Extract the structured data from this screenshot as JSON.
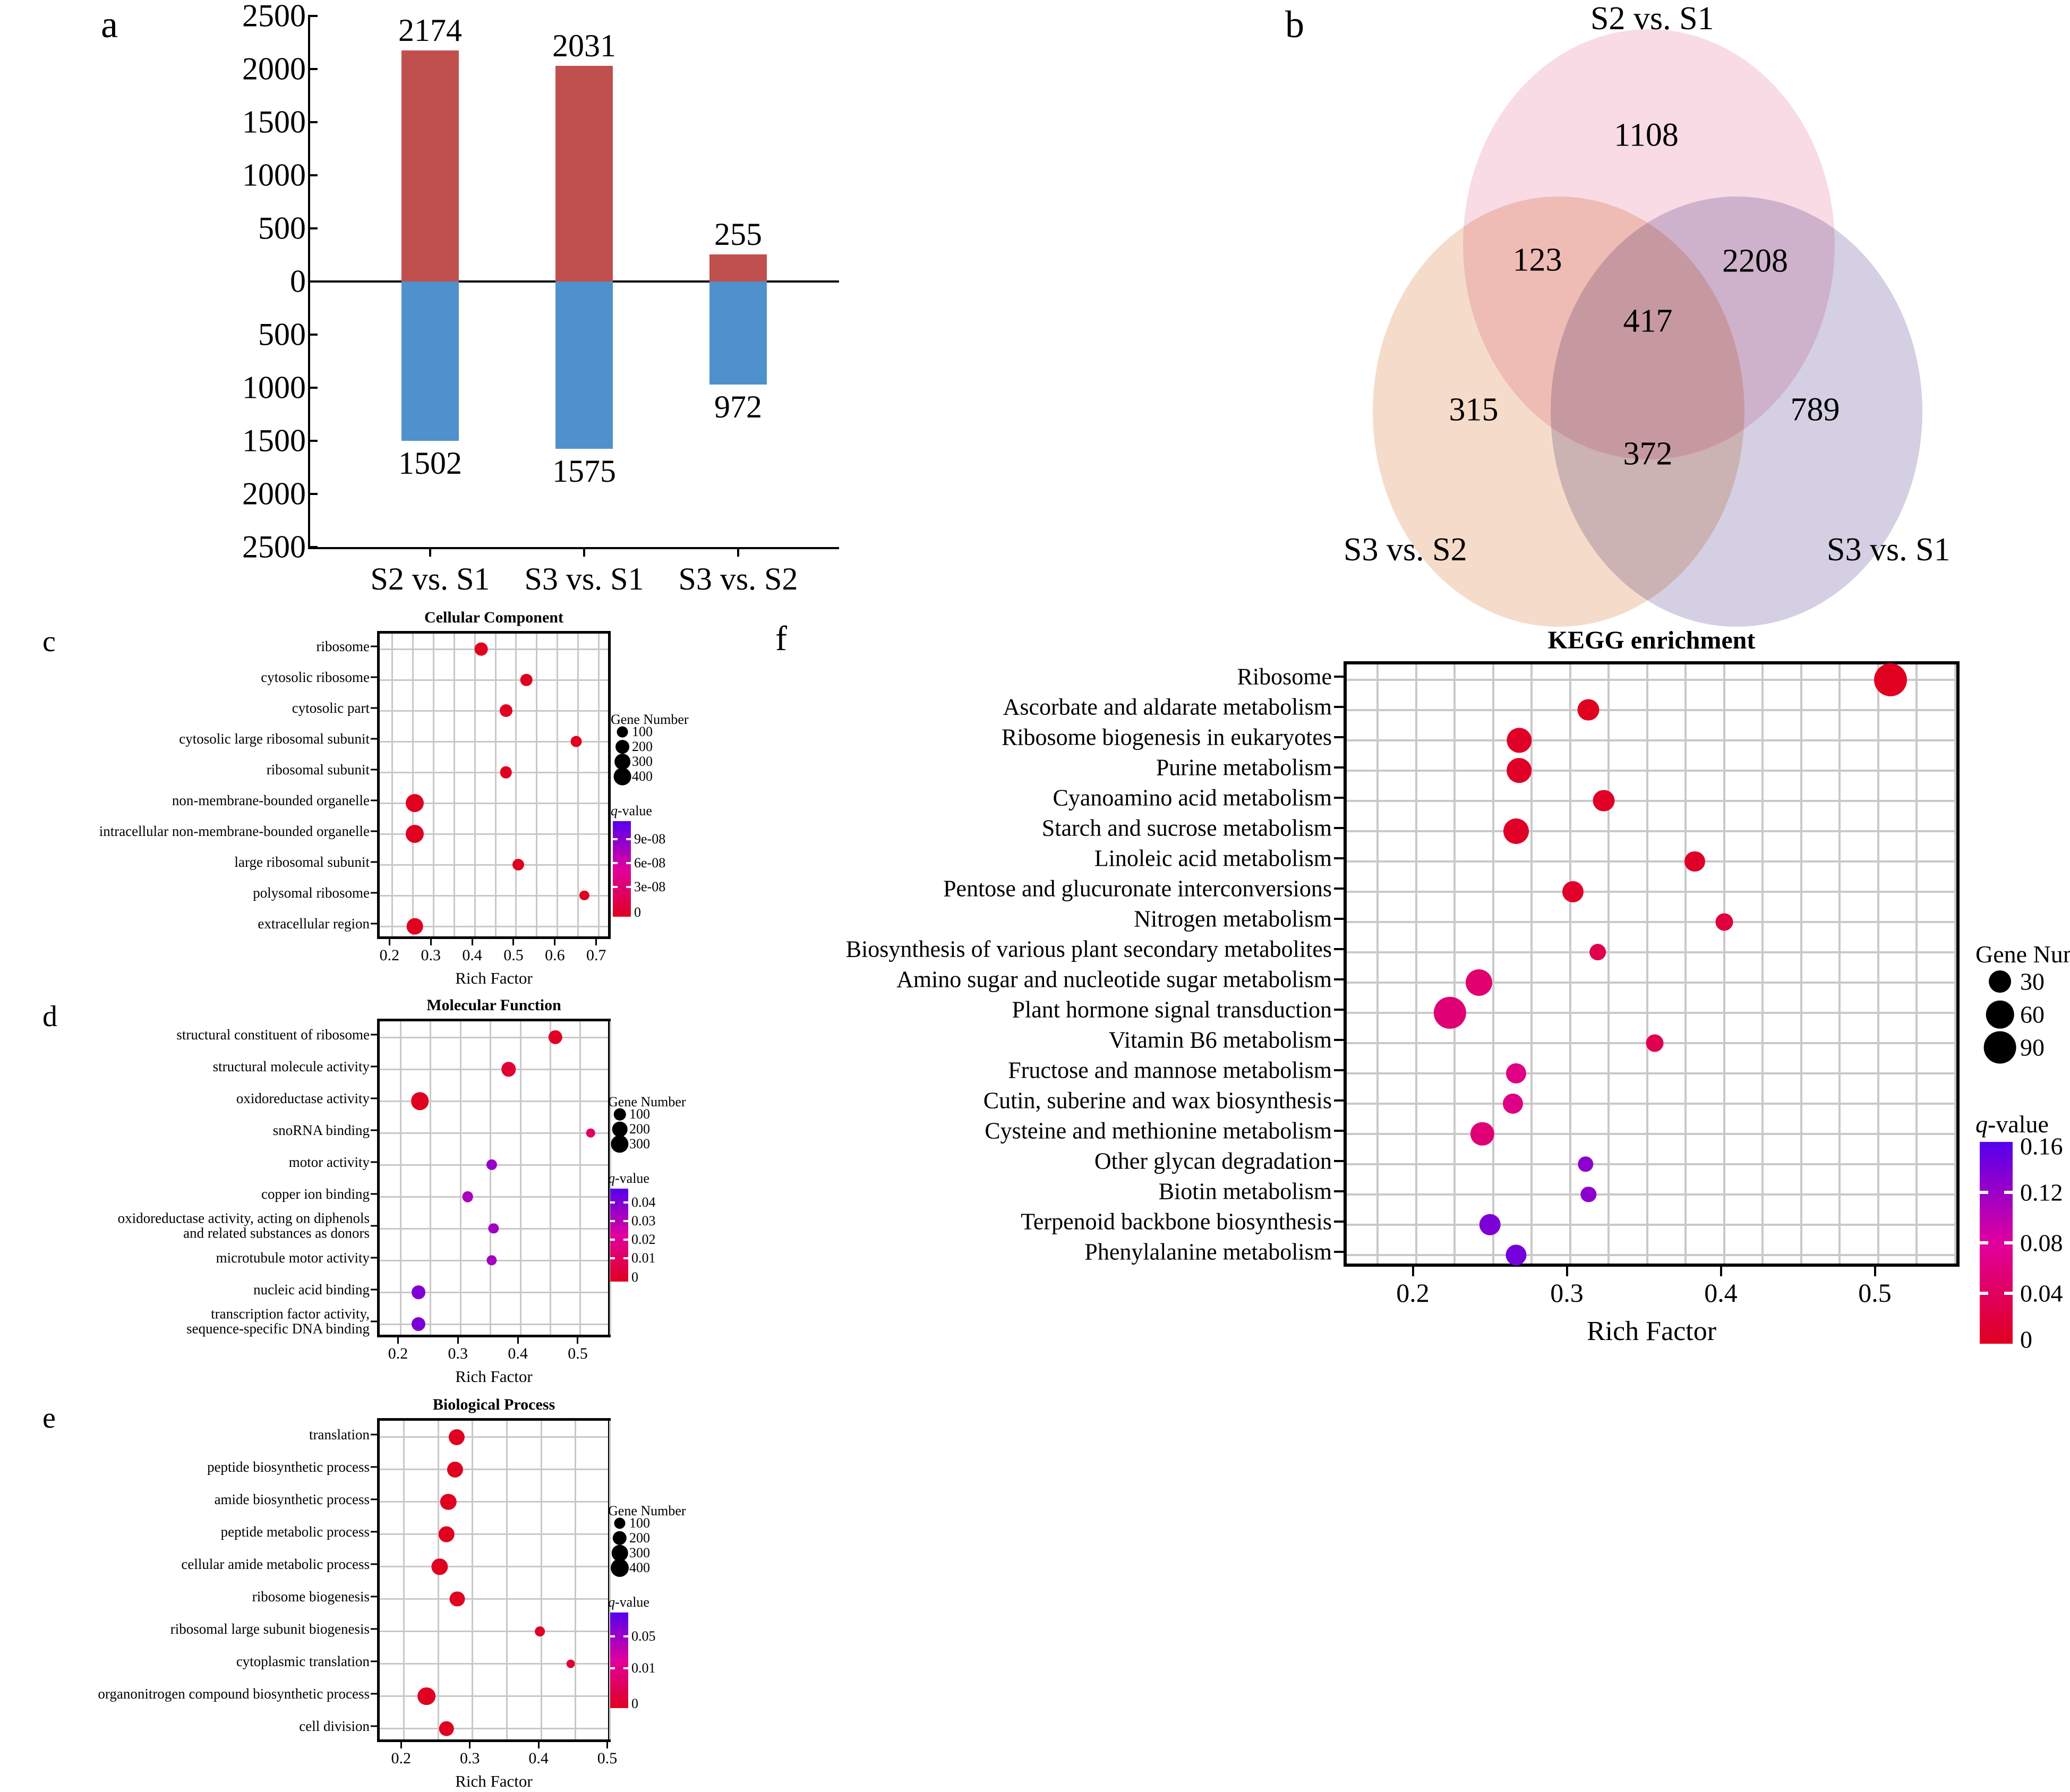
{
  "panels": {
    "a": "a",
    "b": "b",
    "c": "c",
    "d": "d",
    "e": "e",
    "f": "f"
  },
  "colors": {
    "up_bar": "#c0504d",
    "down_bar": "#4f91cd",
    "venn_pink": "#f6cdda",
    "venn_orange": "#f2cdb4",
    "venn_purple": "#c3bcd8",
    "dot_red": "#cc0a0a",
    "scale_low": "#e00020",
    "scale_high": "#5500ee"
  },
  "chart_data": [
    {
      "id": "panel-a",
      "type": "bar",
      "title": "",
      "xlabel": "",
      "ylabel": "",
      "categories": [
        "S2 vs. S1",
        "S3 vs. S1",
        "S3 vs. S2"
      ],
      "ylim": [
        -2500,
        2500
      ],
      "yticks": [
        "2500",
        "2000",
        "1500",
        "1000",
        "500",
        "0",
        "500",
        "1000",
        "1500",
        "2000",
        "2500"
      ],
      "ytick_values": [
        2500,
        2000,
        1500,
        1000,
        500,
        0,
        -500,
        -1000,
        -1500,
        -2000,
        -2500
      ],
      "series": [
        {
          "name": "up",
          "values": [
            2174,
            2031,
            255
          ],
          "labels": [
            "2174",
            "2031",
            "255"
          ]
        },
        {
          "name": "down",
          "values": [
            -1502,
            -1575,
            -972
          ],
          "labels": [
            "1502",
            "1575",
            "972"
          ]
        }
      ]
    },
    {
      "id": "panel-b",
      "type": "venn",
      "sets": [
        "S2 vs. S1",
        "S3 vs. S2",
        "S3 vs. S1"
      ],
      "regions": [
        {
          "key": "S2vsS1_only",
          "value": "1108"
        },
        {
          "key": "S2vsS1_S3vsS2",
          "value": "123"
        },
        {
          "key": "S2vsS1_S3vsS1",
          "value": "2208"
        },
        {
          "key": "all_three",
          "value": "417"
        },
        {
          "key": "S3vsS2_only",
          "value": "315"
        },
        {
          "key": "S3vsS2_S3vsS1",
          "value": "372"
        },
        {
          "key": "S3vsS1_only",
          "value": "789"
        }
      ]
    },
    {
      "id": "panel-c",
      "type": "scatter",
      "title": "Cellular Component",
      "xlabel": "Rich Factor",
      "xlim": [
        0.17,
        0.735
      ],
      "xticks": [
        "0.2",
        "0.3",
        "0.4",
        "0.5",
        "0.6",
        "0.7"
      ],
      "xtick_values": [
        0.2,
        0.3,
        0.4,
        0.5,
        0.6,
        0.7
      ],
      "categories": [
        "ribosome",
        "cytosolic ribosome",
        "cytosolic part",
        "cytosolic large ribosomal subunit",
        "ribosomal subunit",
        "non-membrane-bounded organelle",
        "intracellular non-membrane-bounded organelle",
        "large ribosomal subunit",
        "polysomal ribosome",
        "extracellular region"
      ],
      "rich_factor": [
        0.415,
        0.525,
        0.475,
        0.645,
        0.475,
        0.255,
        0.255,
        0.505,
        0.665,
        0.255
      ],
      "gene_number": [
        175,
        130,
        160,
        100,
        130,
        440,
        440,
        120,
        60,
        330
      ],
      "q_value": [
        0,
        0,
        0,
        0,
        0,
        0,
        0,
        0,
        0,
        0
      ],
      "legend": {
        "size_title": "Gene Number",
        "size_values": [
          "100",
          "200",
          "300",
          "400"
        ],
        "color_title": "q-value",
        "color_ticks": [
          "9e-08",
          "6e-08",
          "3e-08",
          "0"
        ]
      }
    },
    {
      "id": "panel-d",
      "type": "scatter",
      "title": "Molecular Function",
      "xlabel": "Rich Factor",
      "xlim": [
        0.165,
        0.555
      ],
      "xticks": [
        "0.2",
        "0.3",
        "0.4",
        "0.5"
      ],
      "xtick_values": [
        0.2,
        0.3,
        0.4,
        0.5
      ],
      "categories": [
        "structural constituent of ribosome",
        "structural molecule activity",
        "oxidoreductase activity",
        "snoRNA binding",
        "motor activity",
        "copper ion binding",
        "oxidoreductase activity, acting on diphenols and related substances as donors",
        "microtubule motor activity",
        "nucleic acid binding",
        "transcription factor activity, sequence-specific DNA binding"
      ],
      "categories_display": [
        [
          "structural constituent of ribosome"
        ],
        [
          "structural molecule activity"
        ],
        [
          "oxidoreductase activity"
        ],
        [
          "snoRNA binding"
        ],
        [
          "motor activity"
        ],
        [
          "copper ion binding"
        ],
        [
          "oxidoreductase activity, acting on diphenols",
          "and related substances as donors"
        ],
        [
          "microtubule motor activity"
        ],
        [
          "nucleic acid binding"
        ],
        [
          "transcription factor activity,",
          "sequence-specific DNA binding"
        ]
      ],
      "rich_factor": [
        0.458,
        0.38,
        0.232,
        0.517,
        0.352,
        0.312,
        0.355,
        0.352,
        0.23,
        0.23
      ],
      "gene_number": [
        160,
        180,
        310,
        35,
        70,
        75,
        60,
        60,
        150,
        155
      ],
      "q_value": [
        0.001,
        0.003,
        0,
        0.012,
        0.034,
        0.031,
        0.033,
        0.032,
        0.038,
        0.039
      ],
      "legend": {
        "size_title": "Gene Number",
        "size_values": [
          "100",
          "200",
          "300"
        ],
        "color_title": "q-value",
        "color_ticks": [
          "0.04",
          "0.03",
          "0.02",
          "0.01",
          "0"
        ]
      }
    },
    {
      "id": "panel-e",
      "type": "scatter",
      "title": "Biological Process",
      "xlabel": "Rich Factor",
      "xlim": [
        0.165,
        0.505
      ],
      "xticks": [
        "0.2",
        "0.3",
        "0.4",
        "0.5"
      ],
      "xtick_values": [
        0.2,
        0.3,
        0.4,
        0.5
      ],
      "categories": [
        "translation",
        "peptide biosynthetic process",
        "amide biosynthetic process",
        "peptide metabolic process",
        "cellular amide metabolic process",
        "ribosome biogenesis",
        "ribosomal large subunit biogenesis",
        "cytoplasmic translation",
        "organonitrogen compound biosynthetic process",
        "cell division"
      ],
      "rich_factor": [
        0.277,
        0.275,
        0.265,
        0.262,
        0.252,
        0.278,
        0.398,
        0.443,
        0.233,
        0.262
      ],
      "gene_number": [
        290,
        290,
        300,
        300,
        320,
        260,
        80,
        45,
        390,
        250
      ],
      "q_value": [
        0,
        0,
        0,
        0,
        0,
        0,
        0.002,
        0.007,
        0,
        0.001
      ],
      "legend": {
        "size_title": "Gene Number",
        "size_values": [
          "100",
          "200",
          "300",
          "400"
        ],
        "color_title": "q-value",
        "color_ticks": [
          "0.05",
          "0.01",
          "0"
        ]
      }
    },
    {
      "id": "panel-f",
      "type": "scatter",
      "title": "KEGG enrichment",
      "xlabel": "Rich Factor",
      "xlim": [
        0.155,
        0.555
      ],
      "xticks": [
        "0.2",
        "0.3",
        "0.4",
        "0.5"
      ],
      "xtick_values": [
        0.2,
        0.3,
        0.4,
        0.5
      ],
      "categories": [
        "Ribosome",
        "Ascorbate and aldarate metabolism",
        "Ribosome biogenesis in eukaryotes",
        "Purine metabolism",
        "Cyanoamino acid metabolism",
        "Starch and sucrose metabolism",
        "Linoleic acid metabolism",
        "Pentose and glucuronate interconversions",
        "Nitrogen metabolism",
        "Biosynthesis of various plant secondary metabolites",
        "Amino sugar and nucleotide sugar metabolism",
        "Plant hormone signal transduction",
        "Vitamin B6 metabolism",
        "Fructose and mannose metabolism",
        "Cutin, suberine and wax biosynthesis",
        "Cysteine and methionine metabolism",
        "Other glycan degradation",
        "Biotin metabolism",
        "Terpenoid backbone biosynthesis",
        "Phenylalanine metabolism"
      ],
      "rich_factor": [
        0.508,
        0.312,
        0.267,
        0.267,
        0.322,
        0.265,
        0.381,
        0.302,
        0.4,
        0.318,
        0.241,
        0.222,
        0.355,
        0.265,
        0.263,
        0.243,
        0.31,
        0.312,
        0.248,
        0.265
      ],
      "gene_number": [
        95,
        28,
        44,
        45,
        28,
        46,
        22,
        26,
        13,
        11,
        52,
        88,
        13,
        22,
        22,
        36,
        8,
        8,
        27,
        24
      ],
      "q_value": [
        0.0,
        0.0,
        0.005,
        0.005,
        0.004,
        0.004,
        0.005,
        0.006,
        0.02,
        0.03,
        0.055,
        0.06,
        0.035,
        0.07,
        0.07,
        0.06,
        0.14,
        0.14,
        0.15,
        0.155
      ],
      "legend": {
        "size_title": "Gene Number",
        "size_values": [
          "30",
          "60",
          "90"
        ],
        "color_title": "q-value",
        "color_ticks": [
          "0.16",
          "0.12",
          "0.08",
          "0.04",
          "0"
        ]
      }
    }
  ]
}
